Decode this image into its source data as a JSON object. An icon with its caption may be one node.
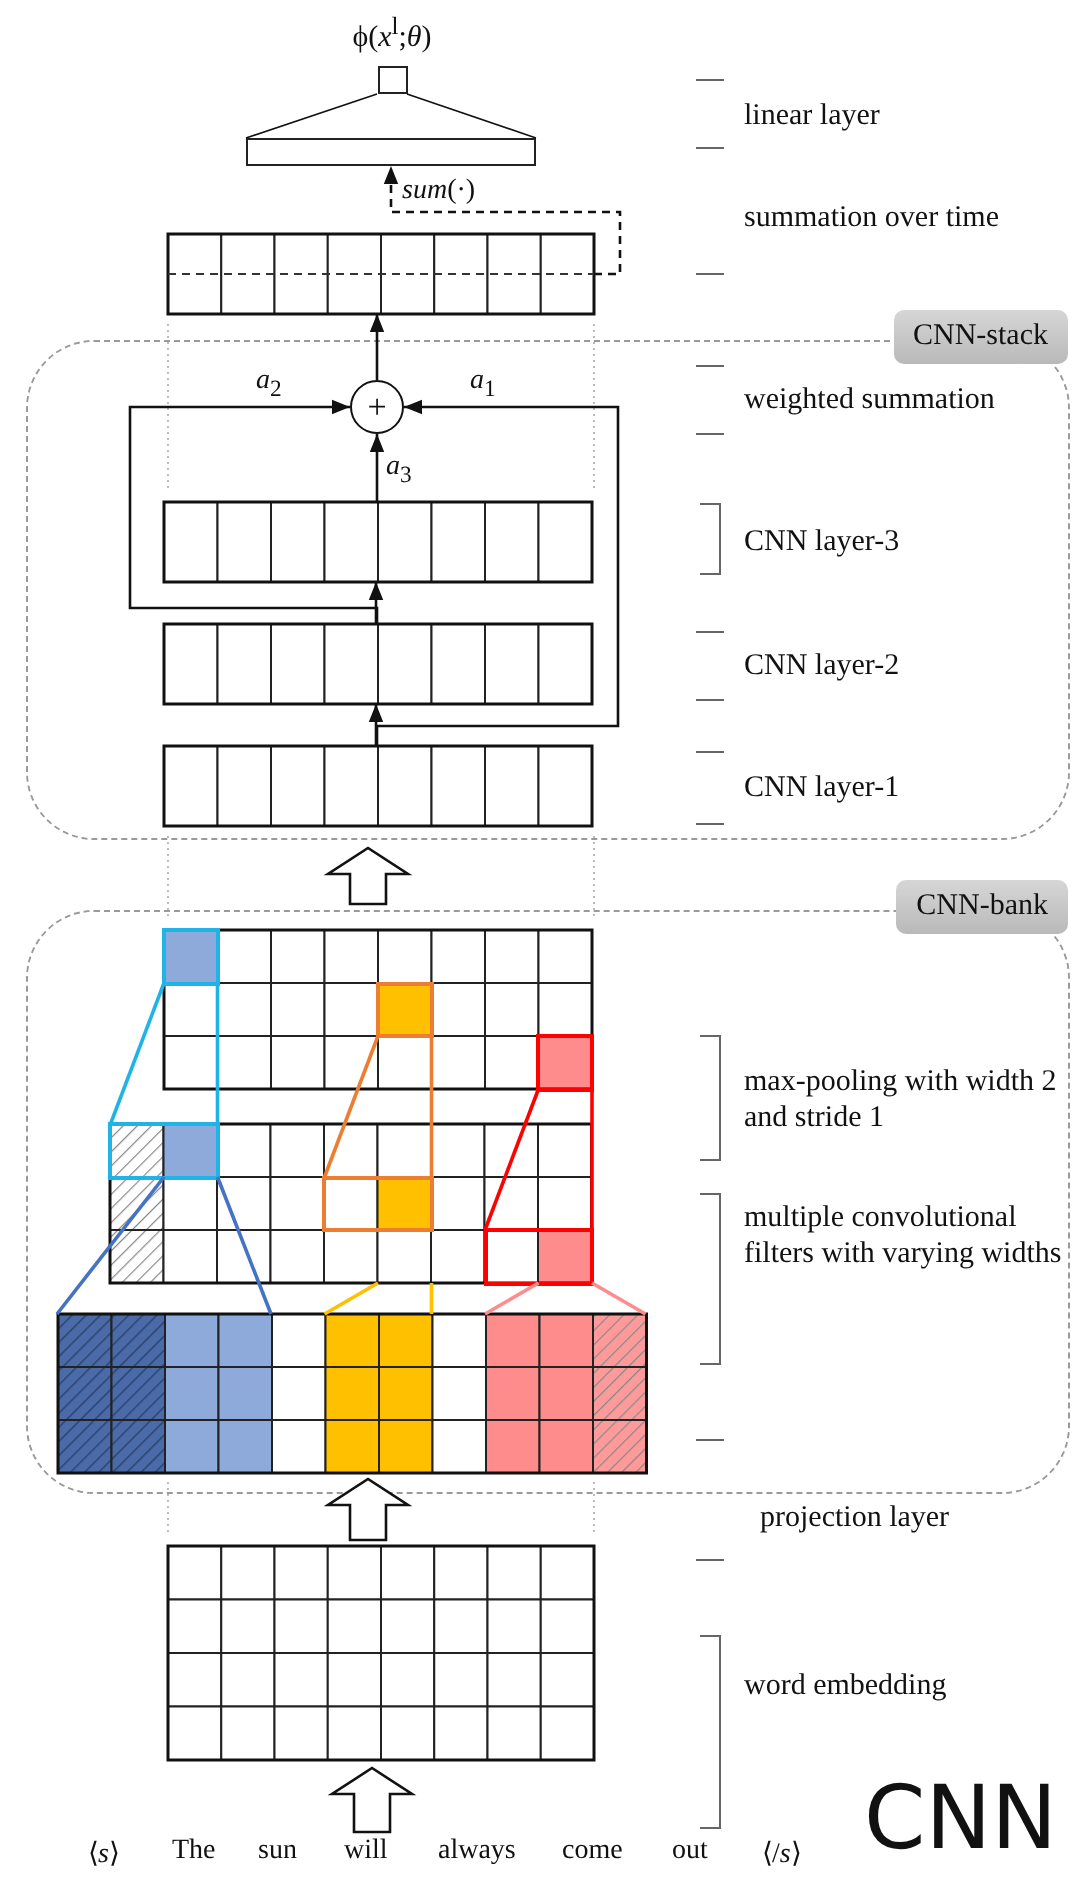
{
  "diagram": {
    "nodes": [
      {
        "text": [
          "ϕ(*x*$^{l}$;*θ*)"
        ]
      },
      {
        "text": [],
        "shape": "bar"
      },
      {
        "text": [],
        "shape": "box"
      },
      {
        "text": [
          "CNN-stack"
        ]
      },
      {
        "text": [
          "+"
        ],
        "in": 3
      },
      {
        "text": [],
        "shape": "box",
        "in": 3
      },
      {
        "text": [],
        "shape": "box",
        "in": 3
      },
      {
        "text": [],
        "shape": "box",
        "in": 3
      },
      {
        "text": [
          "CNN-bank"
        ]
      },
      {
        "text": [],
        "shape": "box",
        "in": 8
      },
      {
        "text": [],
        "shape": "box",
        "in": 9
      },
      {
        "text": [],
        "shape": "box",
        "in": 9
      },
      {
        "text": [],
        "shape": "box",
        "in": 9
      },
      {
        "text": [],
        "shape": "box",
        "in": 8
      },
      {
        "text": [],
        "shape": "box",
        "in": 13
      },
      {
        "text": [],
        "shape": "box",
        "in": 13
      },
      {
        "text": [],
        "shape": "box",
        "in": 13
      },
      {
        "text": [],
        "shape": "box",
        "in": 8
      },
      {
        "text": [],
        "shape": "box"
      },
      {
        "text": [
          "⟨*s*⟩",
          "The",
          "sun",
          "will",
          "always",
          "come",
          "out",
          "⟨/*s*⟩"
        ]
      }
    ],
    "edges": [
      {
        "from": 1,
        "to": 0,
        "arrow": "none"
      },
      {
        "from": 2,
        "to": 1,
        "arrow": "to",
        "label": "*sum*(·)",
        "style": "dashed"
      },
      {
        "from": 4,
        "to": 2,
        "arrow": "to"
      },
      {
        "from": 5,
        "to": 4,
        "arrow": "to",
        "label": "*a*$_{3}$"
      },
      {
        "from": 6,
        "to": 4,
        "arrow": "to",
        "label": "*a*$_{2}$"
      },
      {
        "from": 6,
        "to": 5,
        "arrow": "to"
      },
      {
        "from": 7,
        "to": 4,
        "arrow": "to",
        "label": "*a*$_{1}$"
      },
      {
        "from": 7,
        "to": 6,
        "arrow": "to"
      },
      {
        "from": 8,
        "to": 3,
        "arrow": "to",
        "style": "thick"
      },
      {
        "from": 14,
        "to": 10,
        "arrow": "none",
        "color": "#1fb4e6"
      },
      {
        "from": 14,
        "to": 10,
        "arrow": "none",
        "color": "#1fb4e6"
      },
      {
        "from": 15,
        "to": 11,
        "arrow": "none",
        "color": "#ed7d31"
      },
      {
        "from": 15,
        "to": 11,
        "arrow": "none",
        "color": "#ed7d31"
      },
      {
        "from": 16,
        "to": 12,
        "arrow": "none",
        "color": "#ff0000"
      },
      {
        "from": 16,
        "to": 12,
        "arrow": "none",
        "color": "#ff0000"
      },
      {
        "from": 17,
        "to": 14,
        "arrow": "none",
        "color": "#4472c4"
      },
      {
        "from": 17,
        "to": 14,
        "arrow": "none",
        "color": "#4472c4"
      },
      {
        "from": 17,
        "to": 13,
        "arrow": "none",
        "color": "#ffc000"
      },
      {
        "from": 17,
        "to": 13,
        "arrow": "none",
        "color": "#ffc000"
      },
      {
        "from": 17,
        "to": 16,
        "arrow": "none",
        "color": "#ff8c8c"
      },
      {
        "from": 17,
        "to": 16,
        "arrow": "none",
        "color": "#ff8c8c"
      },
      {
        "from": 18,
        "to": 17,
        "arrow": "to",
        "style": "thick"
      },
      {
        "from": 19,
        "to": 18,
        "arrow": "to",
        "style": "thick"
      }
    ],
    "labels": [
      "linear layer",
      "summation over time",
      "weighted summation",
      "CNN layer-3",
      "CNN layer-2",
      "CNN layer-1",
      "max-pooling with width 2 and stride 1",
      "multiple convolutional filters with varying widths",
      "projection layer",
      "word embedding",
      "CNN"
    ]
  }
}
